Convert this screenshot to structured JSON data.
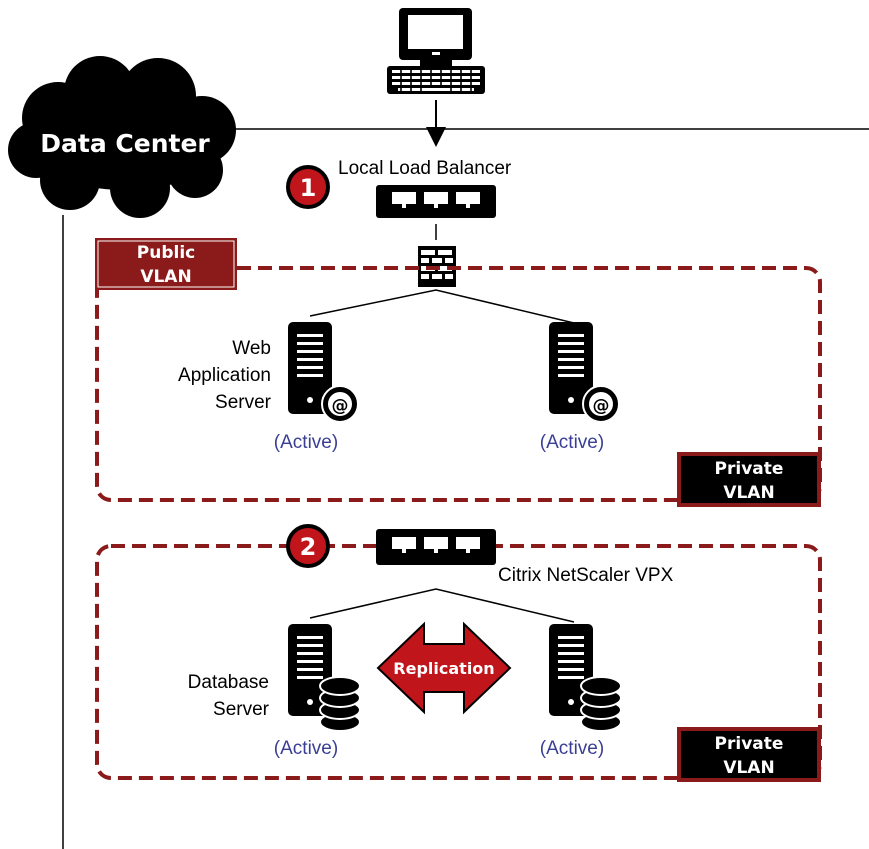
{
  "datacenter": {
    "label": "Data Center"
  },
  "tier1": {
    "badge": "1",
    "load_balancer_label": "Local Load Balancer",
    "public_vlan_line1": "Public",
    "public_vlan_line2": "VLAN",
    "server_label_lines": [
      "Web",
      "Application",
      "Server"
    ],
    "status_left": "(Active)",
    "status_right": "(Active)",
    "private_vlan_line1": "Private",
    "private_vlan_line2": "VLAN"
  },
  "tier2": {
    "badge": "2",
    "netscaler_label": "Citrix NetScaler VPX",
    "server_label_lines": [
      "Database",
      "Server"
    ],
    "replication_label": "Replication",
    "status_left": "(Active)",
    "status_right": "(Active)",
    "private_vlan_line1": "Private",
    "private_vlan_line2": "VLAN"
  },
  "colors": {
    "vlan_border": "#8b1a1a",
    "badge_fill": "#c0151b",
    "status_text": "#3a3f94",
    "replication_fill": "#c0151b"
  },
  "icons": {
    "client": "desktop-computer-icon",
    "load_balancer": "switch-icon",
    "firewall": "firewall-icon",
    "web_server": "web-server-icon",
    "db_server": "database-server-icon",
    "cloud": "cloud-icon"
  }
}
